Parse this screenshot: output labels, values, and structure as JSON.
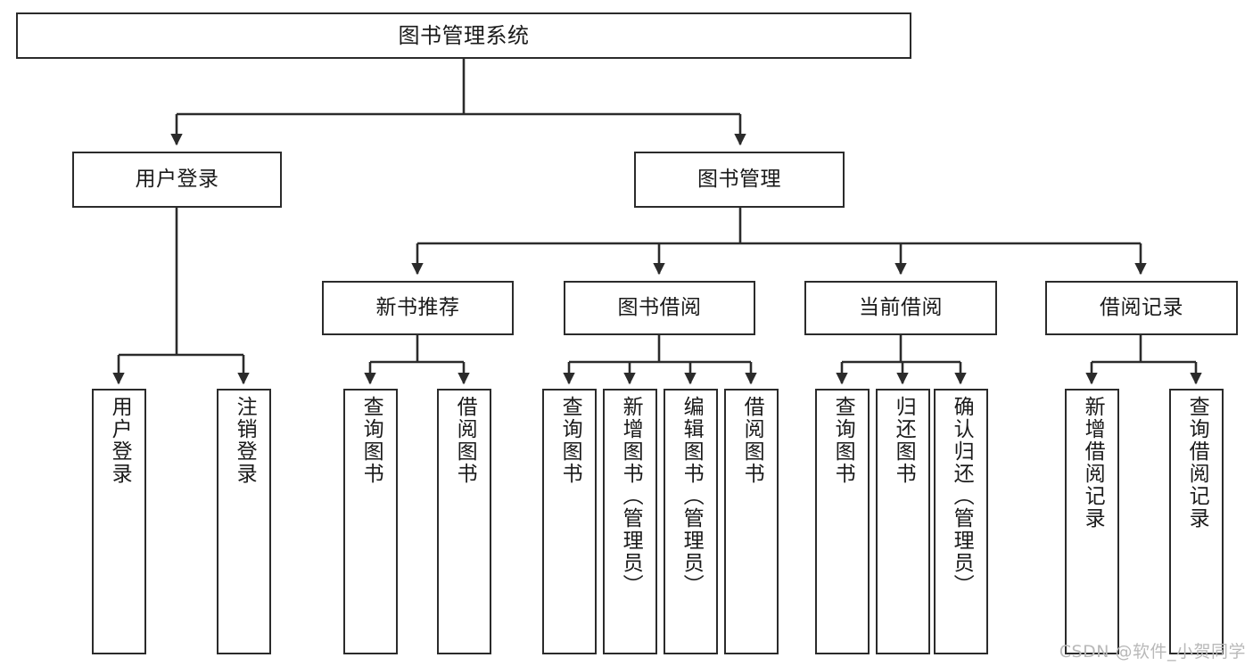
{
  "diagram": {
    "type": "hierarchy-tree",
    "title": "图书管理系统",
    "watermark": "CSDN @软件_小贺同学",
    "colors": {
      "box_border": "#2b2b2b",
      "box_fill": "#ffffff",
      "edge": "#2b2b2b",
      "text": "#1a1a1a",
      "watermark": "#b9b9b9",
      "background": "#ffffff"
    },
    "nodes": {
      "root": {
        "label": "图书管理系统"
      },
      "level2": [
        {
          "id": "user-login",
          "label": "用户登录"
        },
        {
          "id": "book-manage",
          "label": "图书管理"
        }
      ],
      "level3": [
        {
          "id": "new-book-recommend",
          "label": "新书推荐"
        },
        {
          "id": "book-borrow",
          "label": "图书借阅"
        },
        {
          "id": "current-borrow",
          "label": "当前借阅"
        },
        {
          "id": "borrow-record",
          "label": "借阅记录"
        }
      ],
      "leaves": [
        {
          "id": "leaf-user-login",
          "label": "用户登录",
          "parent": "user-login"
        },
        {
          "id": "leaf-user-logout",
          "label": "注销登录",
          "parent": "user-login"
        },
        {
          "id": "leaf-query-book-1",
          "label": "查询图书",
          "parent": "new-book-recommend"
        },
        {
          "id": "leaf-borrow-book-1",
          "label": "借阅图书",
          "parent": "new-book-recommend"
        },
        {
          "id": "leaf-query-book-2",
          "label": "查询图书",
          "parent": "book-borrow"
        },
        {
          "id": "leaf-add-book",
          "label": "新增图书（管理员）",
          "parent": "book-borrow"
        },
        {
          "id": "leaf-edit-book",
          "label": "编辑图书（管理员）",
          "parent": "book-borrow"
        },
        {
          "id": "leaf-borrow-book-2",
          "label": "借阅图书",
          "parent": "book-borrow"
        },
        {
          "id": "leaf-query-book-3",
          "label": "查询图书",
          "parent": "current-borrow"
        },
        {
          "id": "leaf-return-book",
          "label": "归还图书",
          "parent": "current-borrow"
        },
        {
          "id": "leaf-confirm-return",
          "label": "确认归还（管理员）",
          "parent": "current-borrow"
        },
        {
          "id": "leaf-add-record",
          "label": "新增借阅记录",
          "parent": "borrow-record"
        },
        {
          "id": "leaf-query-record",
          "label": "查询借阅记录",
          "parent": "borrow-record"
        }
      ]
    }
  }
}
